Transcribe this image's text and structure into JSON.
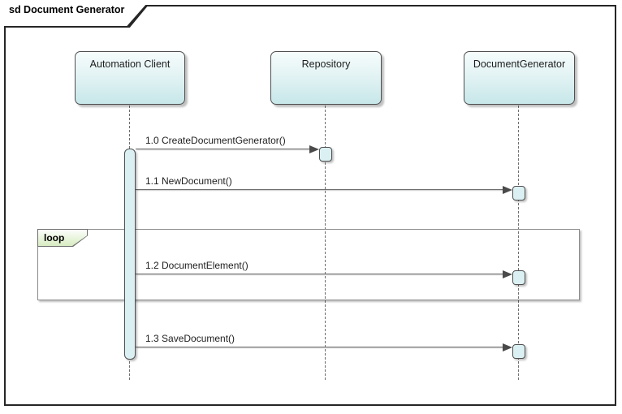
{
  "frame": {
    "title": "sd Document Generator",
    "type": "uml-sequence-diagram"
  },
  "participants": [
    {
      "name": "Automation Client"
    },
    {
      "name": "Repository"
    },
    {
      "name": "DocumentGenerator"
    }
  ],
  "messages": [
    {
      "label": "1.0 CreateDocumentGenerator()",
      "from": "Automation Client",
      "to": "Repository"
    },
    {
      "label": "1.1 NewDocument()",
      "from": "Automation Client",
      "to": "DocumentGenerator"
    },
    {
      "label": "1.2 DocumentElement()",
      "from": "Automation Client",
      "to": "DocumentGenerator"
    },
    {
      "label": "1.3 SaveDocument()",
      "from": "Automation Client",
      "to": "DocumentGenerator"
    }
  ],
  "fragment": {
    "operator": "loop",
    "contains": "1.2 DocumentElement()"
  },
  "theme": {
    "frame-border": "#262626",
    "shape-border": "#4f4f4f",
    "line-color": "#6e6e6e",
    "arrow-color": "#4a4a4a",
    "head-fill-top": "#f6fcfc",
    "head-fill-bottom": "#c7e7e9",
    "activation-fill": "#dbf0f2",
    "fragment-fill": "#d7ecc1",
    "shadow": "rgba(0,0,0,0.25)"
  }
}
